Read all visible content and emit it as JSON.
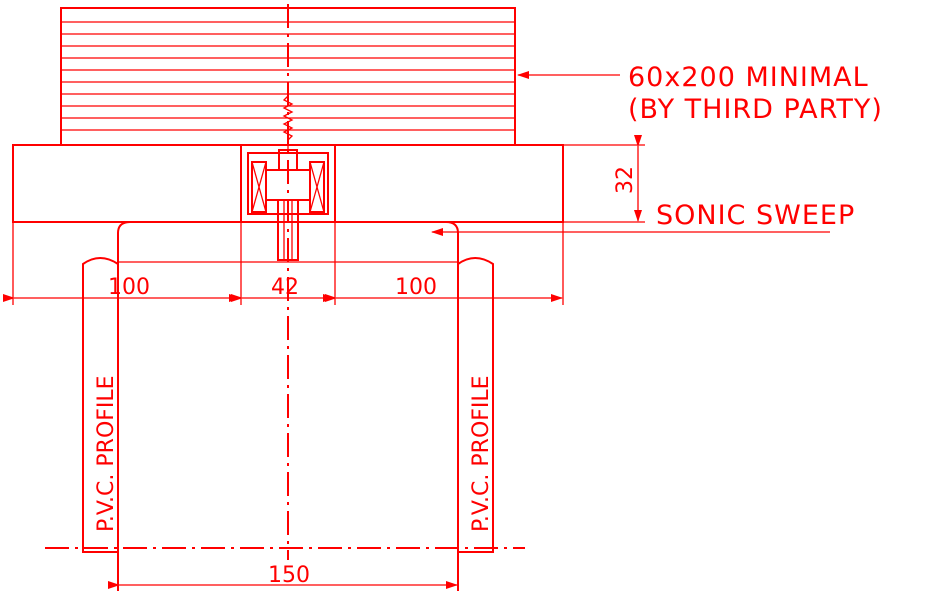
{
  "drawing": {
    "line_color": "#ff0000",
    "background_color": "#ffffff"
  },
  "labels": {
    "beam_note_line1": "60x200 MINIMAL",
    "beam_note_line2": "(BY THIRD PARTY)",
    "sweep_note": "SONIC SWEEP",
    "profile_left": "P.V.C. PROFILE",
    "profile_right": "P.V.C. PROFILE"
  },
  "dimensions": {
    "left_width": "100",
    "center_width": "42",
    "right_width": "100",
    "bottom_width": "150",
    "depth": "32"
  }
}
